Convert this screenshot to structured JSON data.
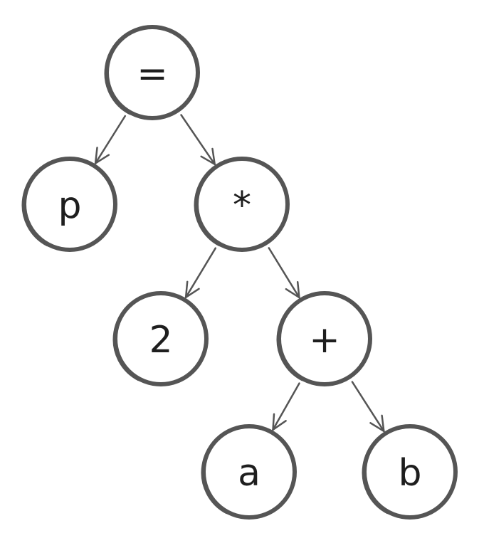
{
  "tree": {
    "nodes": [
      {
        "id": "eq",
        "label": "="
      },
      {
        "id": "p",
        "label": "p"
      },
      {
        "id": "mul",
        "label": "*"
      },
      {
        "id": "two",
        "label": "2"
      },
      {
        "id": "plus",
        "label": "+"
      },
      {
        "id": "a",
        "label": "a"
      },
      {
        "id": "b",
        "label": "b"
      }
    ],
    "edges": [
      {
        "from": "eq",
        "to": "p"
      },
      {
        "from": "eq",
        "to": "mul"
      },
      {
        "from": "mul",
        "to": "two"
      },
      {
        "from": "mul",
        "to": "plus"
      },
      {
        "from": "plus",
        "to": "a"
      },
      {
        "from": "plus",
        "to": "b"
      }
    ],
    "colors": {
      "stroke": "#555555",
      "text": "#1e1e1e",
      "fill": "#ffffff"
    }
  }
}
